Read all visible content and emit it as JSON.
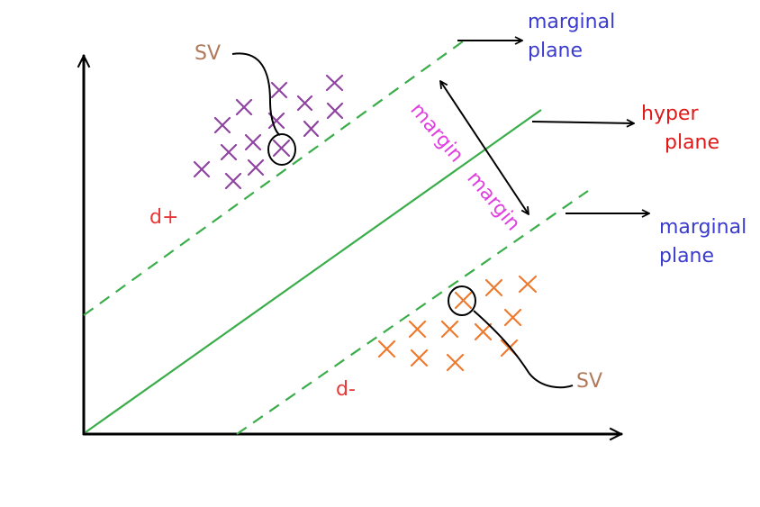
{
  "labels": {
    "sv_top": "SV",
    "sv_bottom": "SV",
    "marginal_plane_top": [
      "marginal",
      "plane"
    ],
    "hyper_plane": [
      "hyper",
      "plane"
    ],
    "marginal_plane_bottom": [
      "marginal",
      "plane"
    ],
    "margin_upper": "margin",
    "margin_lower": "margin",
    "d_plus": "d+",
    "d_minus": "d-"
  },
  "colors": {
    "axis": "#000000",
    "plane": "#3aad4a",
    "positive_points": "#8e44a0",
    "negative_points": "#ee7a30",
    "sv_label": "#b07a5a",
    "marginal_label": "#3c3ccc",
    "hyper_label": "#e01818",
    "margin_label": "#e040e0",
    "d_label": "#e83838"
  }
}
